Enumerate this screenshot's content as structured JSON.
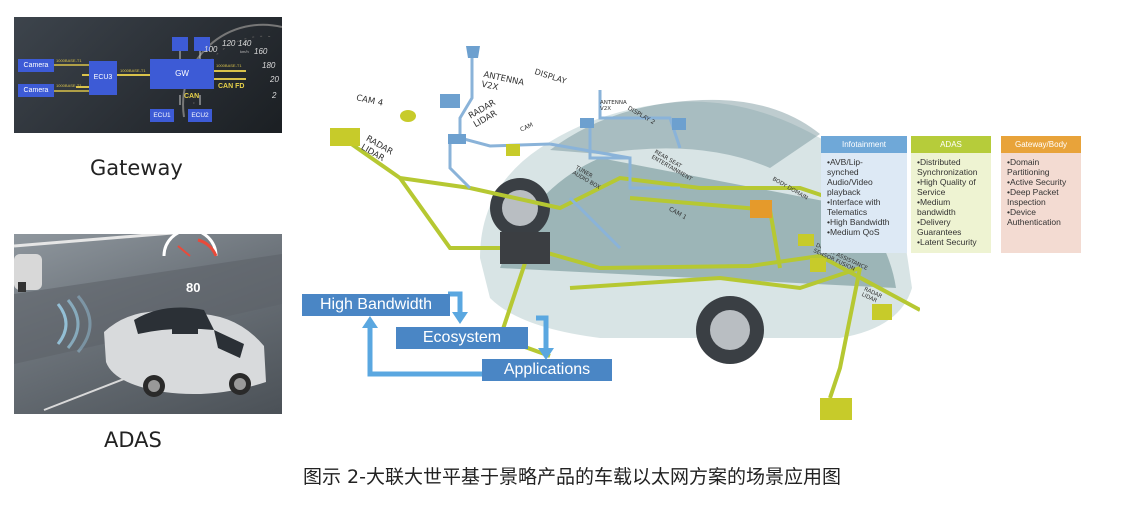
{
  "gateway_panel": {
    "camera_1": "Camera",
    "camera_2": "Camera",
    "ecu3": "ECU3",
    "gw": "GW",
    "ecu1": "ECU1",
    "ecu2": "ECU2",
    "link_1": "1000BASE-T1",
    "link_2": "1000BASE-T1",
    "link_3": "1000BASE-T1",
    "link_4": "1000BASE-T1",
    "can": "CAN",
    "can_fd": "CAN FD",
    "gauge_ticks": [
      "100",
      "120",
      "140",
      "160",
      "180",
      "20",
      "2"
    ],
    "gauge_unit": "km/h"
  },
  "gateway_label": "Gateway",
  "adas_panel": {
    "speed": "80"
  },
  "adas_label": "ADAS",
  "car_labels": {
    "antenna": "ANTENNA\nV2X",
    "cam4": "CAM 4",
    "radar_lidar_left": "RADAR\nLIDAR",
    "radar_lidar_top": "RADAR\nLIDAR",
    "display": "DISPLAY",
    "display2": "DISPLAY 2",
    "antenna_inner": "ANTENNA\nV2X",
    "tuner": "TUNER\nAUDIO BOX",
    "rear_seat": "REAR SEAT\nENTERTAINMENT",
    "cam1": "CAM 1",
    "body_domain": "BODY DOMAIN",
    "driver_assist": "DRIVER ASSISTANCE\nSENSOR FUSION",
    "radar_front": "RADAR\nLIDAR",
    "cam_small": "CAM"
  },
  "categories": [
    {
      "title": "Infotainment",
      "color": "#6fa8d8",
      "bg": "#dde9f5",
      "items": [
        "•AVB/Lip-",
        "  synched",
        "  Audio/Video",
        "  playback",
        "•Interface with",
        "  Telematics",
        "•High Bandwidth",
        "•Medium QoS"
      ]
    },
    {
      "title": "ADAS",
      "color": "#b6cc3a",
      "bg": "#eef3d2",
      "items": [
        "•Distributed",
        "  Synchronization",
        "•High Quality of",
        "  Service",
        "•Medium",
        "  bandwidth",
        "•Delivery",
        "  Guarantees",
        "•Latent Security"
      ]
    },
    {
      "title": "Gateway/Body",
      "color": "#e8a33a",
      "bg": "#f3dbd2",
      "items": [
        "•Domain",
        "  Partitioning",
        "•Active Security",
        "•Deep Packet",
        "  Inspection",
        "•Device",
        "  Authentication"
      ]
    }
  ],
  "flow": {
    "high_bandwidth": "High Bandwidth",
    "ecosystem": "Ecosystem",
    "applications": "Applications"
  },
  "figure_caption": "图示 2-大联大世平基于景略产品的车载以太网方案的场景应用图"
}
